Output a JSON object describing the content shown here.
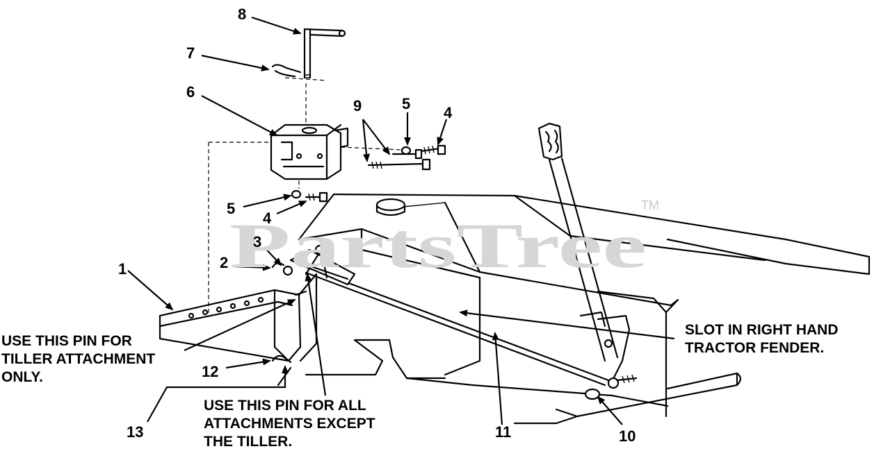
{
  "watermark": {
    "text": "PartsTree",
    "trademark": "TM"
  },
  "callouts": {
    "c1": "1",
    "c2": "2",
    "c3": "3",
    "c4a": "4",
    "c4b": "4",
    "c5a": "5",
    "c5b": "5",
    "c6": "6",
    "c7": "7",
    "c8": "8",
    "c9": "9",
    "c10": "10",
    "c11": "11",
    "c12": "12",
    "c13": "13"
  },
  "notes": {
    "tiller_pin": [
      "USE THIS PIN FOR",
      "TILLER ATTACHMENT",
      "ONLY."
    ],
    "all_pin": [
      "USE THIS PIN FOR ALL",
      "ATTACHMENTS EXCEPT",
      "THE TILLER."
    ],
    "slot": [
      "SLOT IN RIGHT HAND",
      "TRACTOR FENDER."
    ]
  },
  "colors": {
    "ink": "#000000",
    "watermark": "#d6d6d6"
  }
}
